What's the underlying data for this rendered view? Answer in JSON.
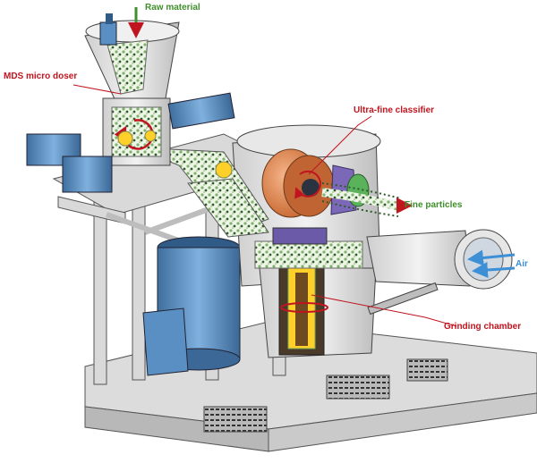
{
  "labels": {
    "raw_material": "Raw material",
    "mds_micro_doser": "MDS micro doser",
    "ultra_fine_classifier": "Ultra-fine classifier",
    "fine_particles": "Fine particles",
    "air": "Air",
    "grinding_chamber": "Grinding chamber"
  },
  "colors": {
    "green_label": "#3f8f2c",
    "red_label": "#c0141e",
    "blue_label": "#3d8fd6",
    "frame": "#d8d8d8",
    "frame_shade": "#a9a9a9",
    "motor_blue": "#5a8fc4",
    "classifier_orange": "#e38a52",
    "classifier_purple": "#7c68b8",
    "pellet_green": "#8fc27a"
  }
}
